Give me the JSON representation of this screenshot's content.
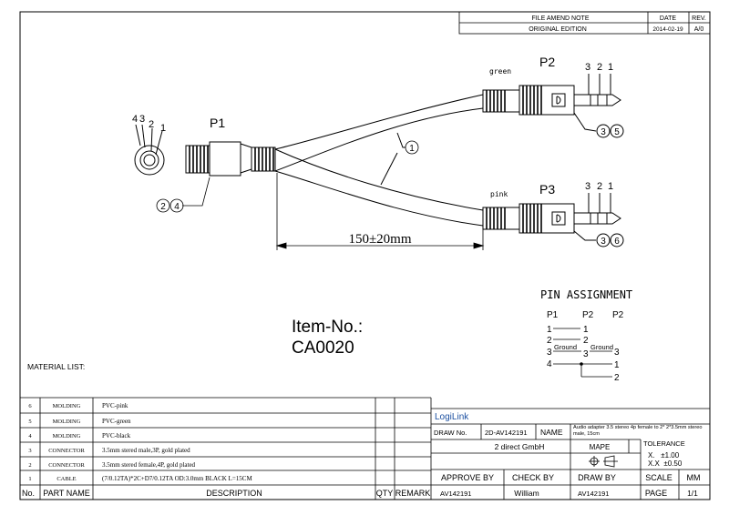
{
  "revision_block": {
    "header_note": "FILE AMEND NOTE",
    "header_date": "DATE",
    "header_rev": "REV.",
    "note": "ORIGINAL EDITION",
    "date": "2014-02-19",
    "rev": "A/0"
  },
  "plugs": {
    "p1": {
      "label": "P1",
      "pins": [
        "4",
        "3",
        "2",
        "1"
      ],
      "callouts": [
        "2",
        "4"
      ]
    },
    "p2": {
      "label": "P2",
      "color": "green",
      "pins": [
        "3",
        "2",
        "1"
      ],
      "callouts": [
        "3",
        "5"
      ]
    },
    "p3": {
      "label": "P3",
      "color": "pink",
      "pins": [
        "3",
        "2",
        "1"
      ],
      "callouts": [
        "3",
        "6"
      ]
    }
  },
  "cable_callout": "1",
  "dimension": "150±20mm",
  "item": {
    "label": "Item-No.:",
    "number": "CA0020"
  },
  "pin_assignment": {
    "title": "PIN ASSIGNMENT",
    "cols": [
      "P1",
      "P2",
      "P2"
    ],
    "rows": {
      "r1_left": "1",
      "r1_right": "1",
      "r2_left": "2",
      "r2_right": "2",
      "r3_left": "3",
      "r3_mid": "3",
      "r3_right": "3",
      "ground_a": "Ground",
      "ground_b": "Ground",
      "r4_left": "4",
      "r4_right1": "1",
      "r4_right2": "2"
    }
  },
  "material_list": {
    "title": "MATERIAL LIST:",
    "headers": {
      "no": "No.",
      "part": "PART NAME",
      "desc": "DESCRIPTION",
      "qty": "QTY",
      "remark": "REMARK"
    },
    "rows": [
      {
        "no": "6",
        "part": "MOLDING",
        "desc": "PVC-pink"
      },
      {
        "no": "5",
        "part": "MOLDING",
        "desc": "PVC-green"
      },
      {
        "no": "4",
        "part": "MOLDING",
        "desc": "PVC-black"
      },
      {
        "no": "3",
        "part": "CONNECTOR",
        "desc": "3.5mm stered male,3P, gold plated"
      },
      {
        "no": "2",
        "part": "CONNECTOR",
        "desc": "3.5mm stered female,4P, gold plated"
      },
      {
        "no": "1",
        "part": "CABLE",
        "desc": "(7/0.12TA)*2C+D7/0.12TA OD:3.0mm BLACK L=15CM"
      }
    ]
  },
  "title_block": {
    "brand": "LogiLink",
    "draw_no_label": "DRAW No.",
    "draw_no": "2D-AV142191",
    "name_label": "NAME",
    "name": "Audio adapter 3.5 stereo 4p female to 2* 2*3.5mm stereo male, 15cm",
    "company": "2 direct GmbH",
    "mape": "MAPE",
    "tolerance": "TOLERANCE",
    "tol_x": "X.   ±1.00",
    "tol_xx": "X.X  ±0.50",
    "approve_by_label": "APPROVE BY",
    "check_by_label": "CHECK BY",
    "draw_by_label": "DRAW BY",
    "scale_label": "SCALE",
    "scale": "MM",
    "approve_by": "AV142191",
    "check_by": "William",
    "draw_by": "AV142191",
    "page_label": "PAGE",
    "page": "1/1"
  }
}
